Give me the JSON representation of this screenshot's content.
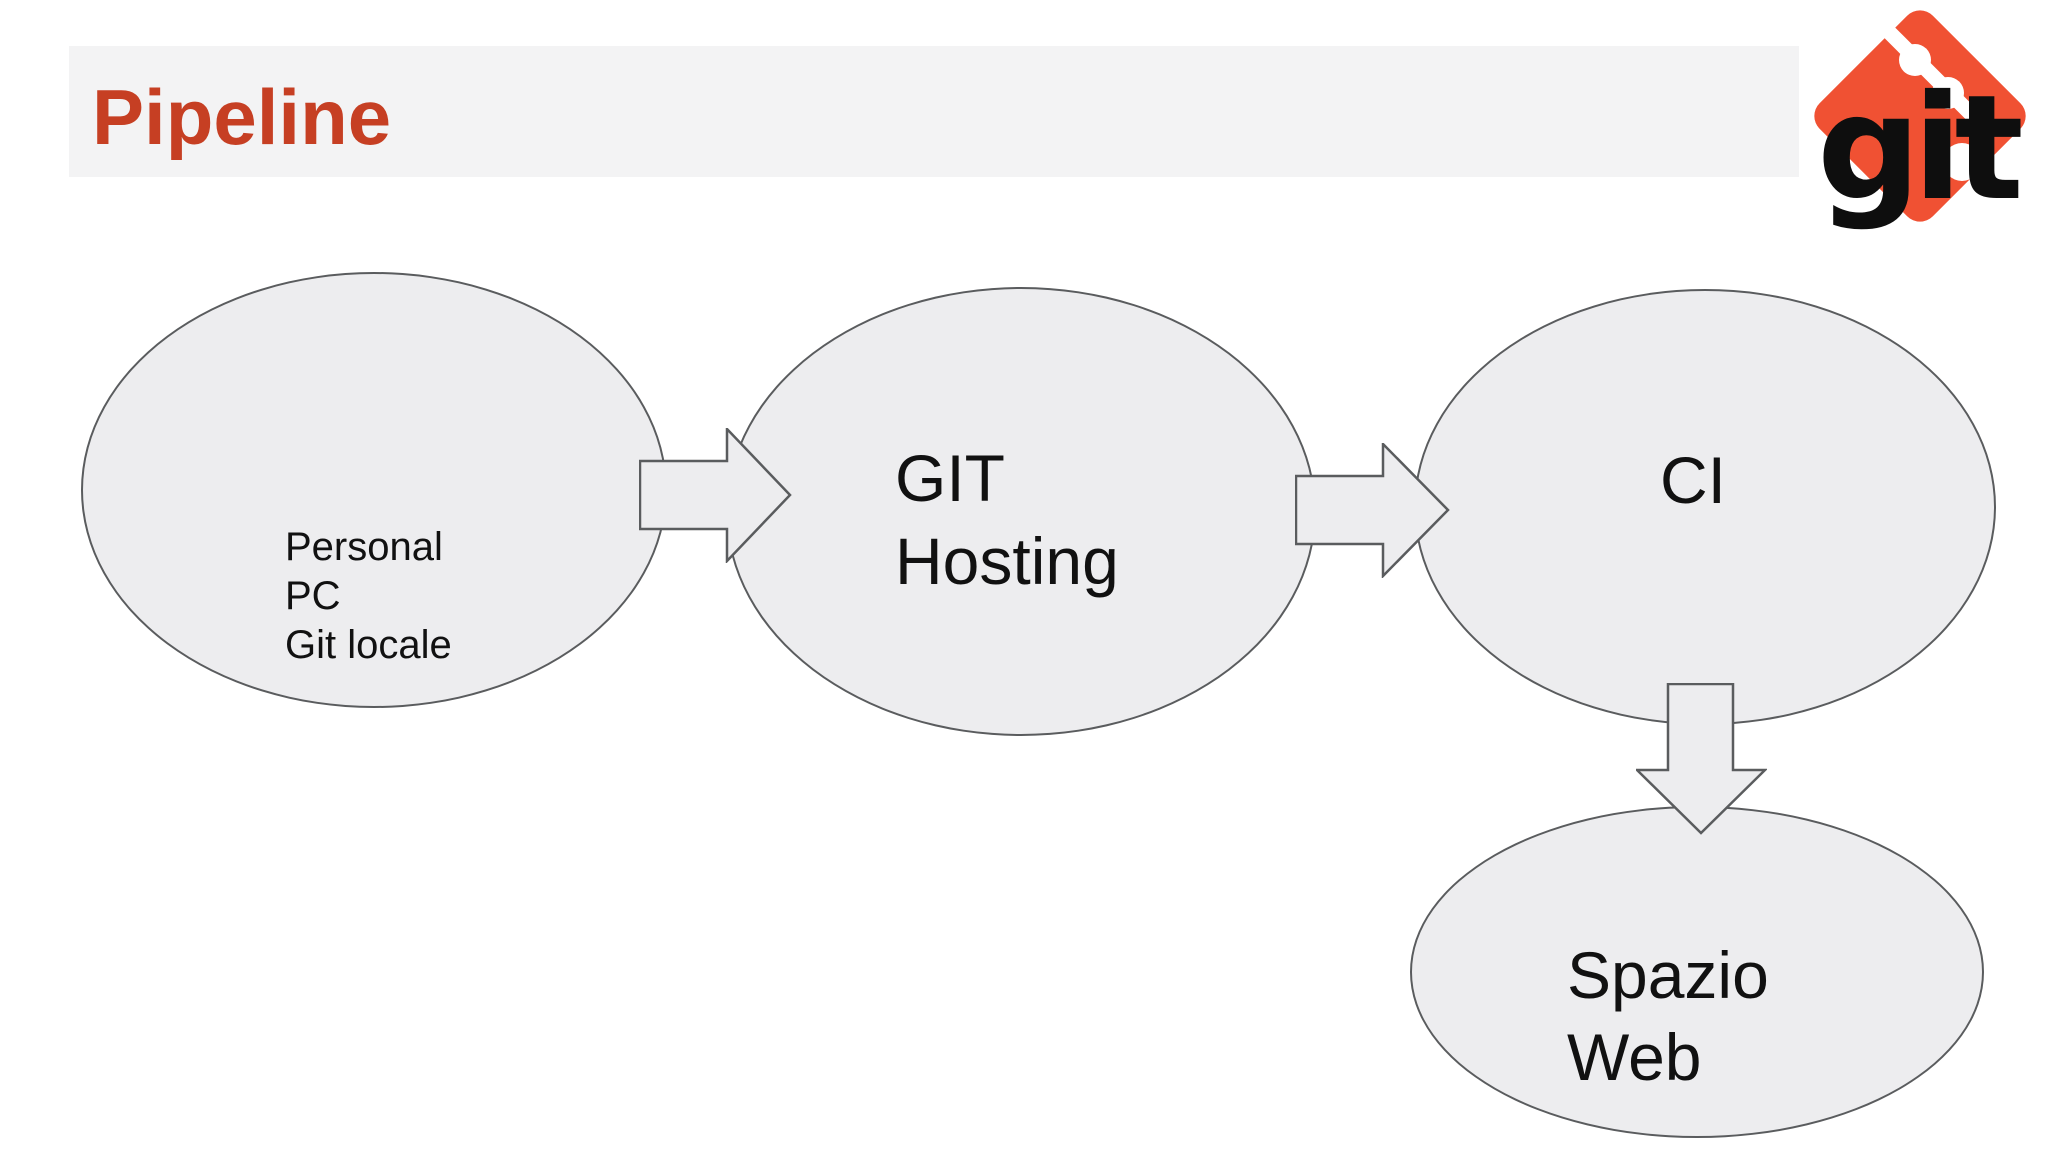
{
  "slide": {
    "title": "Pipeline"
  },
  "colors": {
    "title": "#c63f23",
    "banner": "#f3f3f4",
    "shape_fill": "#ededef",
    "shape_border": "#5a5c5e",
    "git_orange": "#f05133",
    "label_text": "#111111",
    "page_bg": "#ffffff"
  },
  "logo": {
    "text": "git"
  },
  "diagram": {
    "nodes": [
      {
        "id": "personal-pc",
        "lines": [
          "Personal",
          "PC",
          "Git locale"
        ]
      },
      {
        "id": "git-hosting",
        "lines": [
          "GIT",
          "Hosting"
        ]
      },
      {
        "id": "ci",
        "lines": [
          "CI"
        ]
      },
      {
        "id": "spazio-web",
        "lines": [
          "Spazio",
          "Web"
        ]
      }
    ],
    "connections": [
      {
        "from": "personal-pc",
        "to": "git-hosting",
        "direction": "right"
      },
      {
        "from": "git-hosting",
        "to": "ci",
        "direction": "right"
      },
      {
        "from": "ci",
        "to": "spazio-web",
        "direction": "down"
      }
    ]
  }
}
